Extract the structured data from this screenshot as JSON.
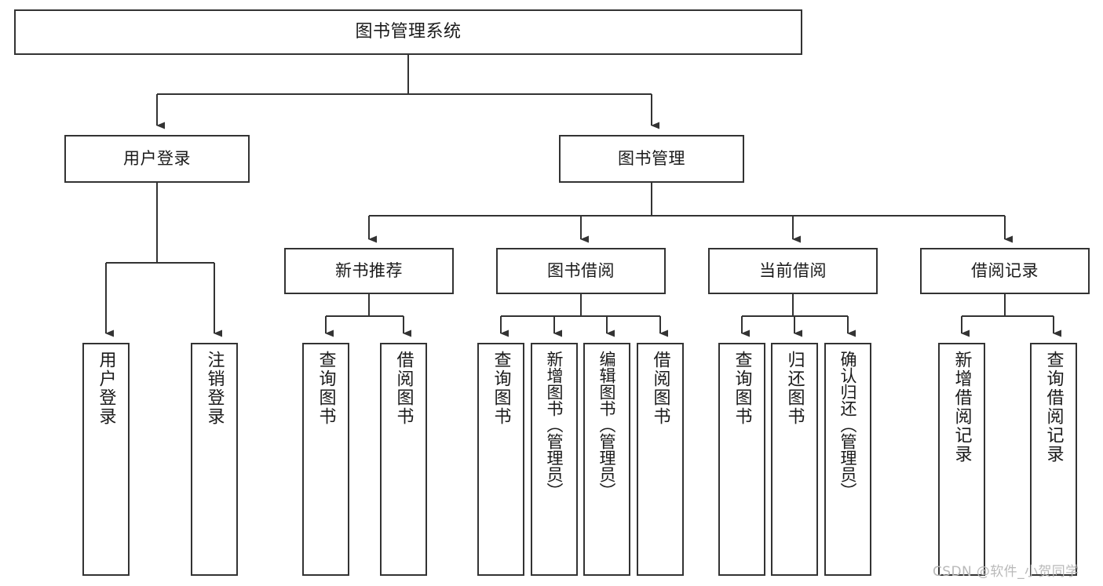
{
  "diagram": {
    "title": "图书管理系统",
    "watermark": "CSDN @软件_小贺同学",
    "type": "tree-hierarchy",
    "line_color": "#333333",
    "box_fill": "#ffffff",
    "text_color": "#1a1a1a",
    "nodes": {
      "root": {
        "label": "图书管理系统"
      },
      "level2": [
        {
          "label": "用户登录"
        },
        {
          "label": "图书管理"
        }
      ],
      "level3": [
        {
          "label": "新书推荐"
        },
        {
          "label": "图书借阅"
        },
        {
          "label": "当前借阅"
        },
        {
          "label": "借阅记录"
        }
      ],
      "leaves": [
        {
          "label": "用户登录",
          "parent": "用户登录"
        },
        {
          "label": "注销登录",
          "parent": "用户登录"
        },
        {
          "label": "查询图书",
          "parent": "新书推荐"
        },
        {
          "label": "借阅图书",
          "parent": "新书推荐"
        },
        {
          "label": "查询图书",
          "parent": "图书借阅"
        },
        {
          "label": "新增图书（管理员）",
          "parent": "图书借阅"
        },
        {
          "label": "编辑图书（管理员）",
          "parent": "图书借阅"
        },
        {
          "label": "借阅图书",
          "parent": "图书借阅"
        },
        {
          "label": "查询图书",
          "parent": "当前借阅"
        },
        {
          "label": "归还图书",
          "parent": "当前借阅"
        },
        {
          "label": "确认归还（管理员）",
          "parent": "当前借阅"
        },
        {
          "label": "新增借阅记录",
          "parent": "借阅记录"
        },
        {
          "label": "查询借阅记录",
          "parent": "借阅记录"
        }
      ]
    }
  }
}
